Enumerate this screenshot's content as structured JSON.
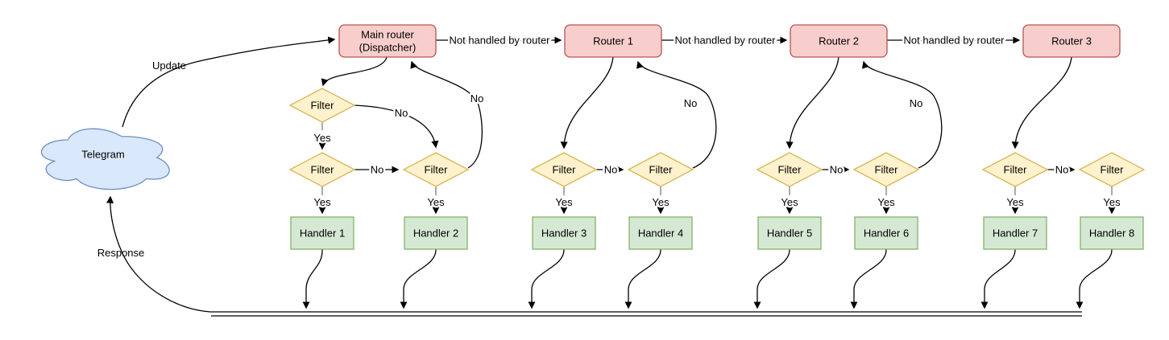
{
  "palette": {
    "router_fill": "#f8cecc",
    "router_stroke": "#b85450",
    "filter_fill": "#fff2cc",
    "filter_stroke": "#d6b656",
    "handler_fill": "#d5e8d4",
    "handler_stroke": "#82b366",
    "cloud_fill": "#dae8fc",
    "cloud_stroke": "#6c8ebf",
    "edge_color": "#000000"
  },
  "nodes": {
    "telegram": "Telegram",
    "main_router_line1": "Main router",
    "main_router_line2": "(Dispatcher)",
    "routers": [
      "Router 1",
      "Router 2",
      "Router 3"
    ],
    "filter": "Filter",
    "handlers": [
      "Handler 1",
      "Handler 2",
      "Handler 3",
      "Handler 4",
      "Handler 5",
      "Handler 6",
      "Handler 7",
      "Handler 8"
    ]
  },
  "edge_labels": {
    "update": "Update",
    "response": "Response",
    "not_handled": "Not handled by router",
    "yes": "Yes",
    "no": "No"
  }
}
